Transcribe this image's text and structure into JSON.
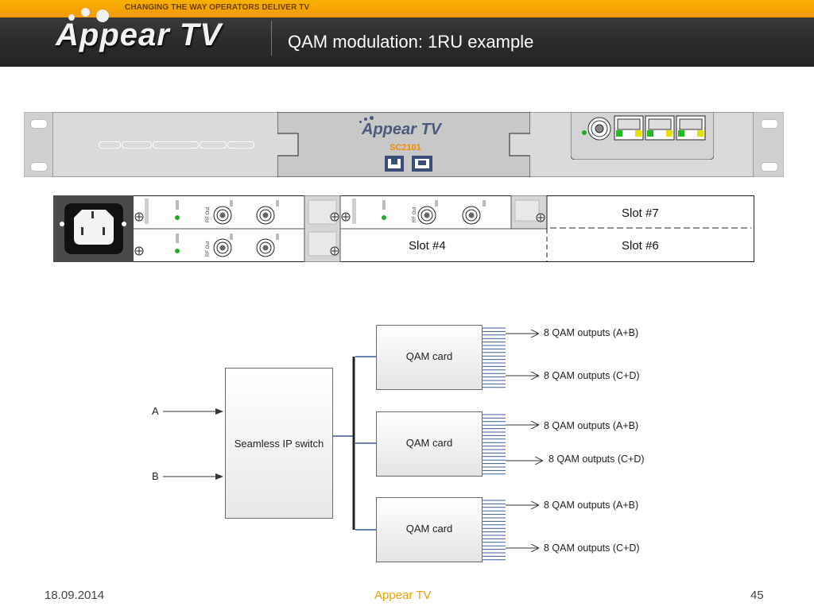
{
  "header": {
    "tagline": "CHANGING THE WAY OPERATORS DELIVER TV",
    "logo": "Appear TV",
    "title": "QAM modulation: 1RU example"
  },
  "front_panel": {
    "logo": "Appear TV",
    "model": "SC2101"
  },
  "rear_panel": {
    "port_label": "RF Out",
    "slots": [
      "Slot #7",
      "Slot #4",
      "Slot #6"
    ]
  },
  "diagram": {
    "inputs": [
      "A",
      "B"
    ],
    "switch_label": "Seamless IP switch",
    "cards": [
      {
        "label": "QAM card",
        "outputs": [
          "8 QAM outputs (A+B)",
          "8 QAM outputs (C+D)"
        ]
      },
      {
        "label": "QAM card",
        "outputs": [
          "8 QAM outputs (A+B)",
          "8 QAM outputs (C+D)"
        ]
      },
      {
        "label": "QAM card",
        "outputs": [
          "8 QAM outputs (A+B)",
          "8 QAM outputs (C+D)"
        ]
      }
    ]
  },
  "footer": {
    "date": "18.09.2014",
    "brand": "Appear TV",
    "page": "45"
  },
  "colors": {
    "brand_orange": "#f39a00",
    "line_blue": "#3b5aa0",
    "led_green": "#22aa22"
  }
}
